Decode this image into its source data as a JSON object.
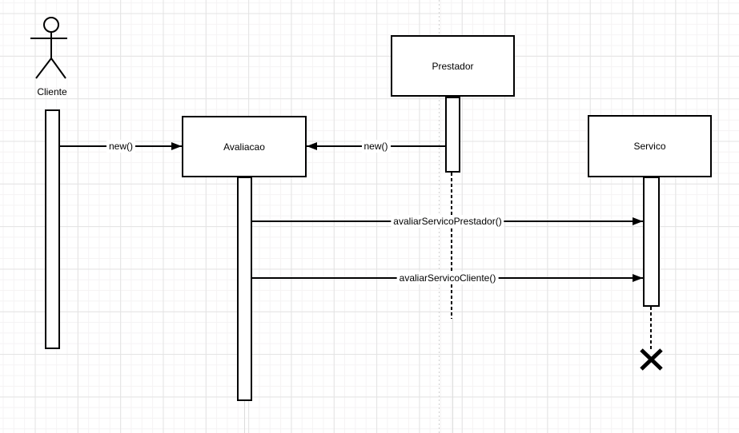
{
  "diagram": {
    "actor": {
      "label": "Cliente"
    },
    "objects": [
      {
        "label": "Prestador"
      },
      {
        "label": "Avaliacao"
      },
      {
        "label": "Servico"
      }
    ],
    "messages": [
      {
        "label": "new()"
      },
      {
        "label": "new()"
      },
      {
        "label": "avaliarServicoPrestador()"
      },
      {
        "label": "avaliarServicoCliente()"
      }
    ],
    "colors": {
      "shape_stroke": "#000000",
      "shape_fill": "#ffffff",
      "grid_minor": "#f5f3f4",
      "grid_major": "#e3e3e3",
      "page_boundary_line": "#cfcfcf"
    }
  }
}
